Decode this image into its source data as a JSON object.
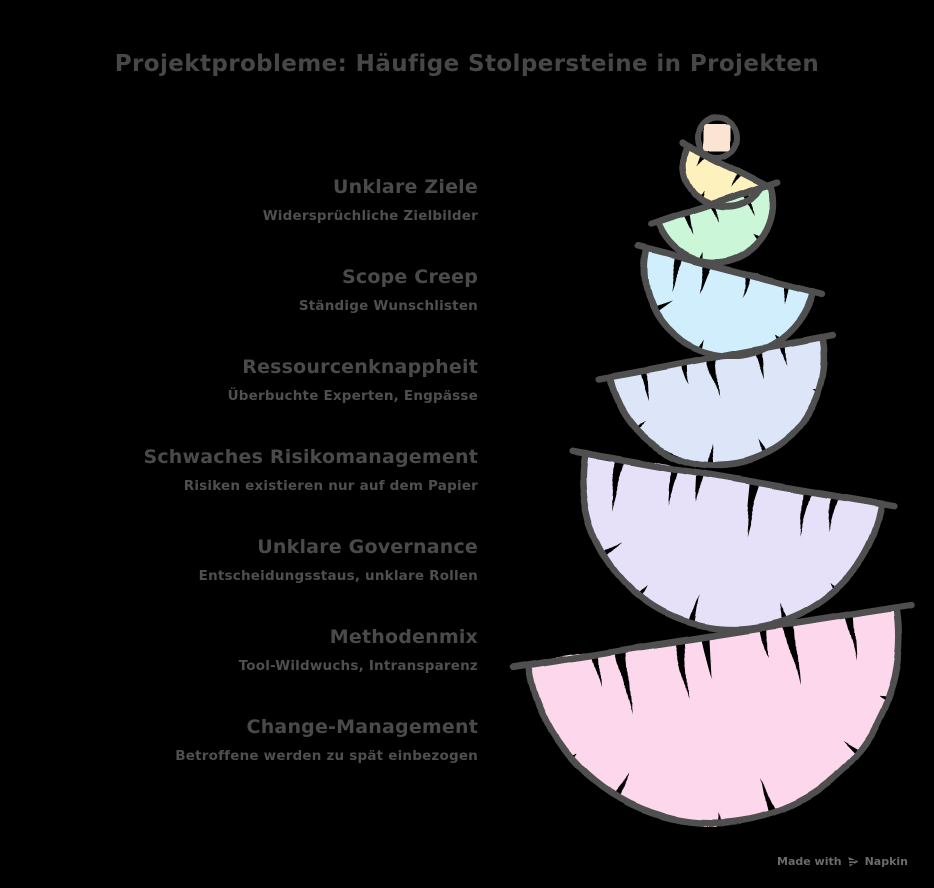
{
  "title": "Projektprobleme: Häufige Stolpersteine in Projekten",
  "items": [
    {
      "heading": "Unklare Ziele",
      "subtext": "Widersprüchliche Zielbilder"
    },
    {
      "heading": "Scope Creep",
      "subtext": "Ständige Wunschlisten"
    },
    {
      "heading": "Ressourcenknappheit",
      "subtext": "Überbuchte Experten, Engpässe"
    },
    {
      "heading": "Schwaches Risikomanagement",
      "subtext": "Risiken existieren nur auf dem Papier"
    },
    {
      "heading": "Unklare Governance",
      "subtext": "Entscheidungsstaus, unklare Rollen"
    },
    {
      "heading": "Methodenmix",
      "subtext": "Tool-Wildwuchs, Intransparenz"
    },
    {
      "heading": "Change-Management",
      "subtext": "Betroffene werden zu spät einbezogen"
    }
  ],
  "spiral": {
    "topper_color": "#fce4d2",
    "outline_color": "#4f4f4f",
    "notch_color": "#000000",
    "bowl_colors": [
      "#fdf1bd",
      "#ccf6d8",
      "#d0eefb",
      "#dde5f9",
      "#e6e0f8",
      "#fdd8ec"
    ]
  },
  "colors": {
    "background": "#000000",
    "title": "#474747",
    "heading": "#4a4a4a",
    "subtext": "#4f4f4f",
    "watermark": "#6b6b6b"
  },
  "footer": {
    "made_with": "Made with",
    "brand": "Napkin"
  }
}
